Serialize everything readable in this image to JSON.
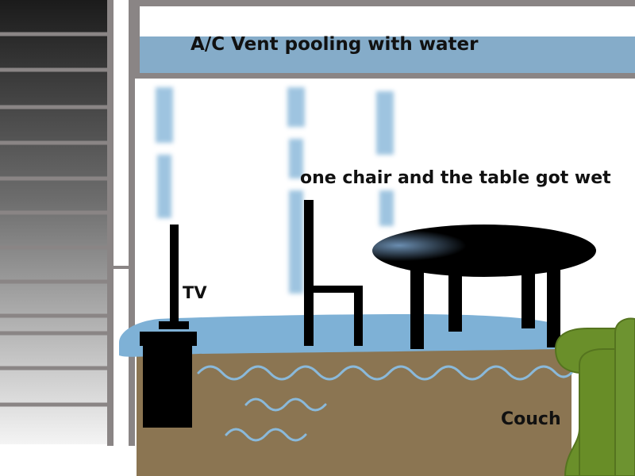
{
  "labels": {
    "vent": "A/C Vent pooling with water",
    "wet_furniture": "one chair and the table got wet",
    "tv": "TV",
    "couch": "Couch"
  },
  "colors": {
    "vent_water": "#85acc9",
    "floor_water": "#7eb1d6",
    "floor": "#8b7552",
    "couch": "#6a8f2a",
    "furniture": "#000000",
    "frame": "#8a8585"
  }
}
